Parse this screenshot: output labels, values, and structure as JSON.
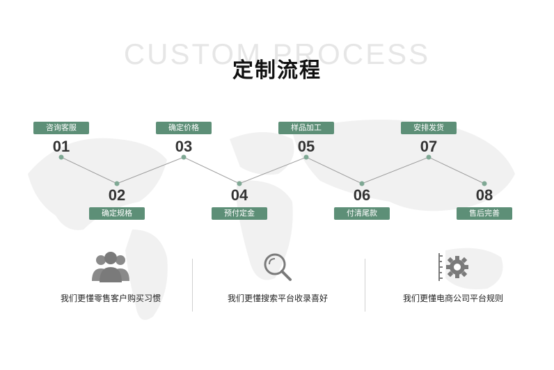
{
  "header": {
    "bg_title": "CUSTOM PROCESS",
    "title": "定制流程"
  },
  "steps": [
    {
      "num": "01",
      "label": "咨询客服"
    },
    {
      "num": "02",
      "label": "确定规格"
    },
    {
      "num": "03",
      "label": "确定价格"
    },
    {
      "num": "04",
      "label": "预付定金"
    },
    {
      "num": "05",
      "label": "样品加工"
    },
    {
      "num": "06",
      "label": "付清尾款"
    },
    {
      "num": "07",
      "label": "安排发货"
    },
    {
      "num": "08",
      "label": "售后完善"
    }
  ],
  "features": [
    {
      "icon": "people-group-icon",
      "text": "我们更懂零售客户购买习惯"
    },
    {
      "icon": "search-icon",
      "text": "我们更懂搜索平台收录喜好"
    },
    {
      "icon": "gear-ruler-icon",
      "text": "我们更懂电商公司平台规则"
    }
  ],
  "colors": {
    "accent": "#5d8f77",
    "line": "#9a9a9a",
    "dot": "#7fa894"
  }
}
